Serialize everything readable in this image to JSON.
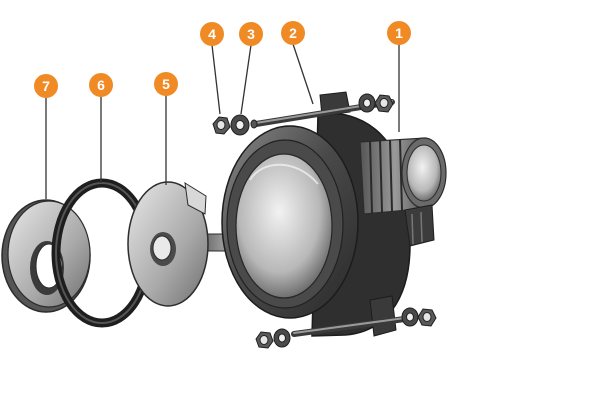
{
  "colors": {
    "callout": "#f08a24",
    "callout_text": "#ffffff",
    "leader_line": "#333333",
    "part_dark": "#3a3a3a",
    "part_mid": "#7a7a7a",
    "part_light": "#cfcfcf"
  },
  "callouts": [
    {
      "number": "1",
      "part": "pump-housing"
    },
    {
      "number": "2",
      "part": "bolt"
    },
    {
      "number": "3",
      "part": "washer"
    },
    {
      "number": "4",
      "part": "nut"
    },
    {
      "number": "5",
      "part": "impeller"
    },
    {
      "number": "6",
      "part": "o-ring"
    },
    {
      "number": "7",
      "part": "seal-plate"
    }
  ]
}
